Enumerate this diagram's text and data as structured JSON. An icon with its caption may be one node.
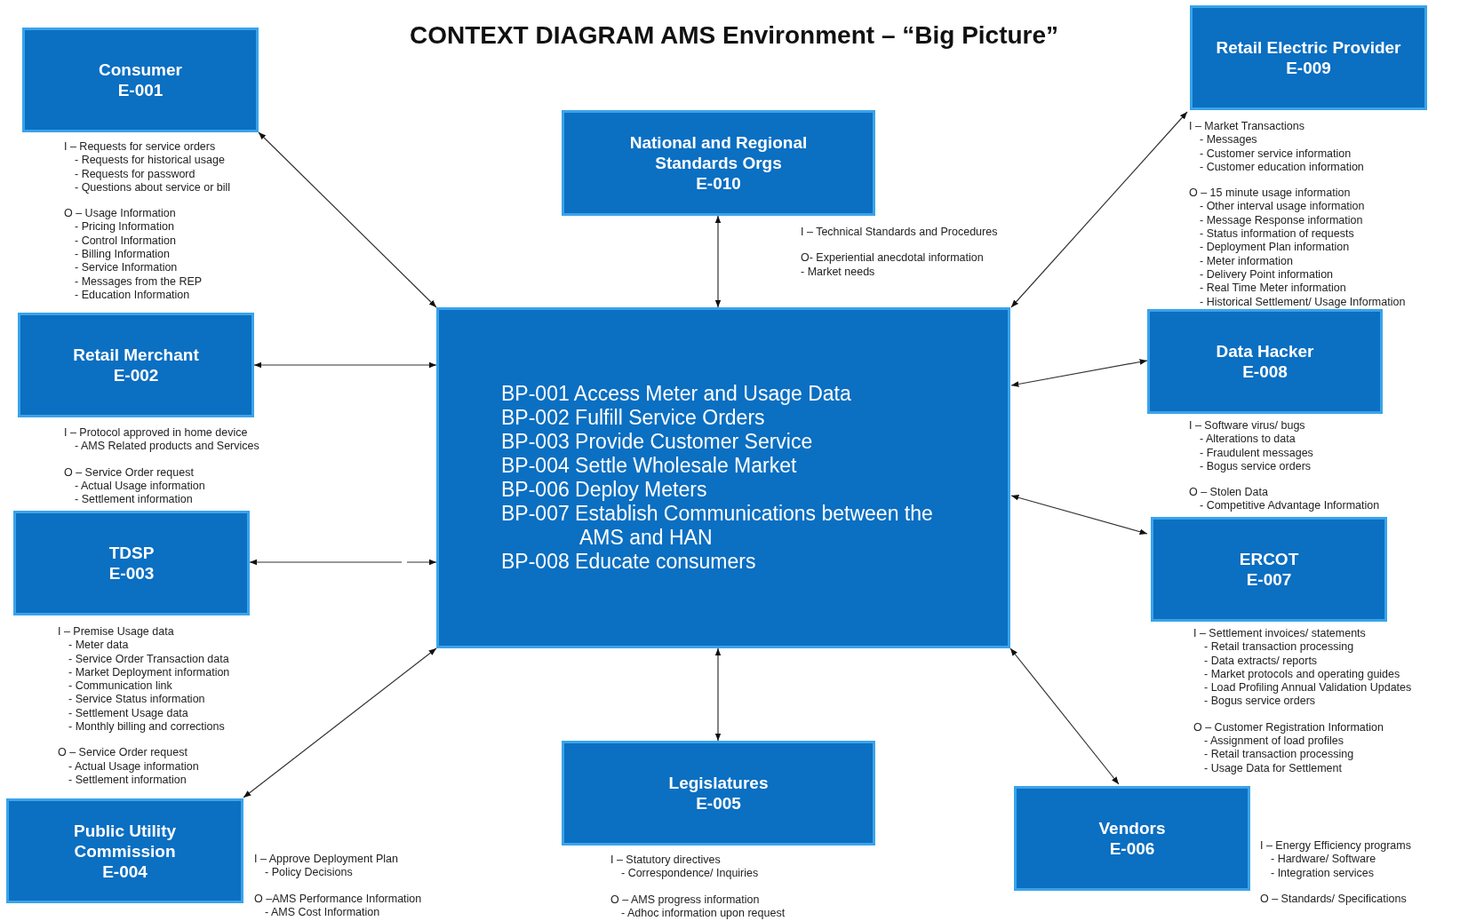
{
  "diagram": {
    "title": "CONTEXT DIAGRAM AMS Environment – “Big Picture”",
    "nodes": [
      {
        "text": [
          "Consumer",
          "E-001"
        ],
        "beside": [
          "I – Requests for service orders",
          "- Requests for historical usage",
          "- Requests for password",
          "- Questions about service or bill",
          "O – Usage Information",
          "- Pricing Information",
          "- Control Information",
          "- Billing Information",
          "- Service Information",
          "- Messages from the REP",
          "- Education Information"
        ]
      },
      {
        "text": [
          "National and Regional Standards Orgs",
          "E-010"
        ],
        "beside": [
          "I – Technical Standards and Procedures",
          "O- Experiential anecdotal information",
          "- Market needs"
        ]
      },
      {
        "text": [
          "Retail Electric Provider",
          "E-009"
        ],
        "beside": [
          "I – Market Transactions",
          "- Messages",
          "- Customer service information",
          "- Customer education information",
          "O – 15 minute usage information",
          "- Other interval usage information",
          "- Message Response information",
          "- Status information of requests",
          "- Deployment Plan information",
          "- Meter information",
          "- Delivery Point information",
          "- Real Time Meter information",
          "- Historical Settlement/ Usage Information"
        ]
      },
      {
        "text": [
          "Retail Merchant",
          "E-002"
        ],
        "beside": [
          "I – Protocol approved in home device",
          "- AMS Related products and Services",
          "O – Service Order request",
          "- Actual Usage information",
          "- Settlement information"
        ]
      },
      {
        "text": [
          "BP-001 Access Meter and Usage Data",
          "BP-002 Fulfill Service Orders",
          "BP-003 Provide Customer Service",
          "BP-004 Settle Wholesale Market",
          "BP-006 Deploy Meters",
          "BP-007 Establish Communications between the AMS and HAN",
          "BP-008 Educate consumers"
        ]
      },
      {
        "text": [
          "Data Hacker",
          "E-008"
        ],
        "beside": [
          "I – Software virus/ bugs",
          "- Alterations to data",
          "- Fraudulent messages",
          "- Bogus service orders",
          "O – Stolen Data",
          "- Competitive Advantage Information"
        ]
      },
      {
        "text": [
          "TDSP",
          "E-003"
        ],
        "beside": [
          "I – Premise Usage data",
          "- Meter data",
          "- Service Order Transaction data",
          "- Market Deployment information",
          "- Communication link",
          "- Service Status information",
          "- Settlement Usage data",
          "- Monthly billing and corrections",
          "O – Service Order request",
          "- Actual Usage information",
          "- Settlement information"
        ]
      },
      {
        "text": [
          "ERCOT",
          "E-007"
        ],
        "beside": [
          "I – Settlement invoices/ statements",
          "- Retail transaction processing",
          "- Data extracts/ reports",
          "- Market protocols and operating guides",
          "- Load Profiling Annual Validation Updates",
          "- Bogus service orders",
          "O – Customer Registration Information",
          "- Assignment of load profiles",
          "- Retail transaction processing",
          "- Usage Data for Settlement"
        ]
      },
      {
        "text": [
          "Public Utility Commission",
          "E-004"
        ],
        "beside": [
          "I – Approve Deployment Plan",
          "- Policy Decisions",
          "O –AMS Performance Information",
          "- AMS Cost Information"
        ]
      },
      {
        "text": [
          "Legislatures",
          "E-005"
        ],
        "beside": [
          "I – Statutory directives",
          "- Correspondence/ Inquiries",
          "O – AMS progress information",
          "- Adhoc information upon request"
        ]
      },
      {
        "text": [
          "Vendors",
          "E-006"
        ],
        "beside": [
          "I – Energy Efficiency programs",
          "- Hardware/ Software",
          "- Integration services",
          "O – Standards/ Specifications"
        ]
      }
    ],
    "edges": [
      {
        "from": 0,
        "to": 4,
        "arrow": "both"
      },
      {
        "from": 1,
        "to": 4,
        "arrow": "both"
      },
      {
        "from": 2,
        "to": 4,
        "arrow": "both"
      },
      {
        "from": 3,
        "to": 4,
        "arrow": "both"
      },
      {
        "from": 5,
        "to": 4,
        "arrow": "both"
      },
      {
        "from": 6,
        "to": 4,
        "arrow": "both"
      },
      {
        "from": 7,
        "to": 4,
        "arrow": "both"
      },
      {
        "from": 8,
        "to": 4,
        "arrow": "both"
      },
      {
        "from": 9,
        "to": 4,
        "arrow": "both"
      },
      {
        "from": 10,
        "to": 4,
        "arrow": "both"
      }
    ]
  }
}
